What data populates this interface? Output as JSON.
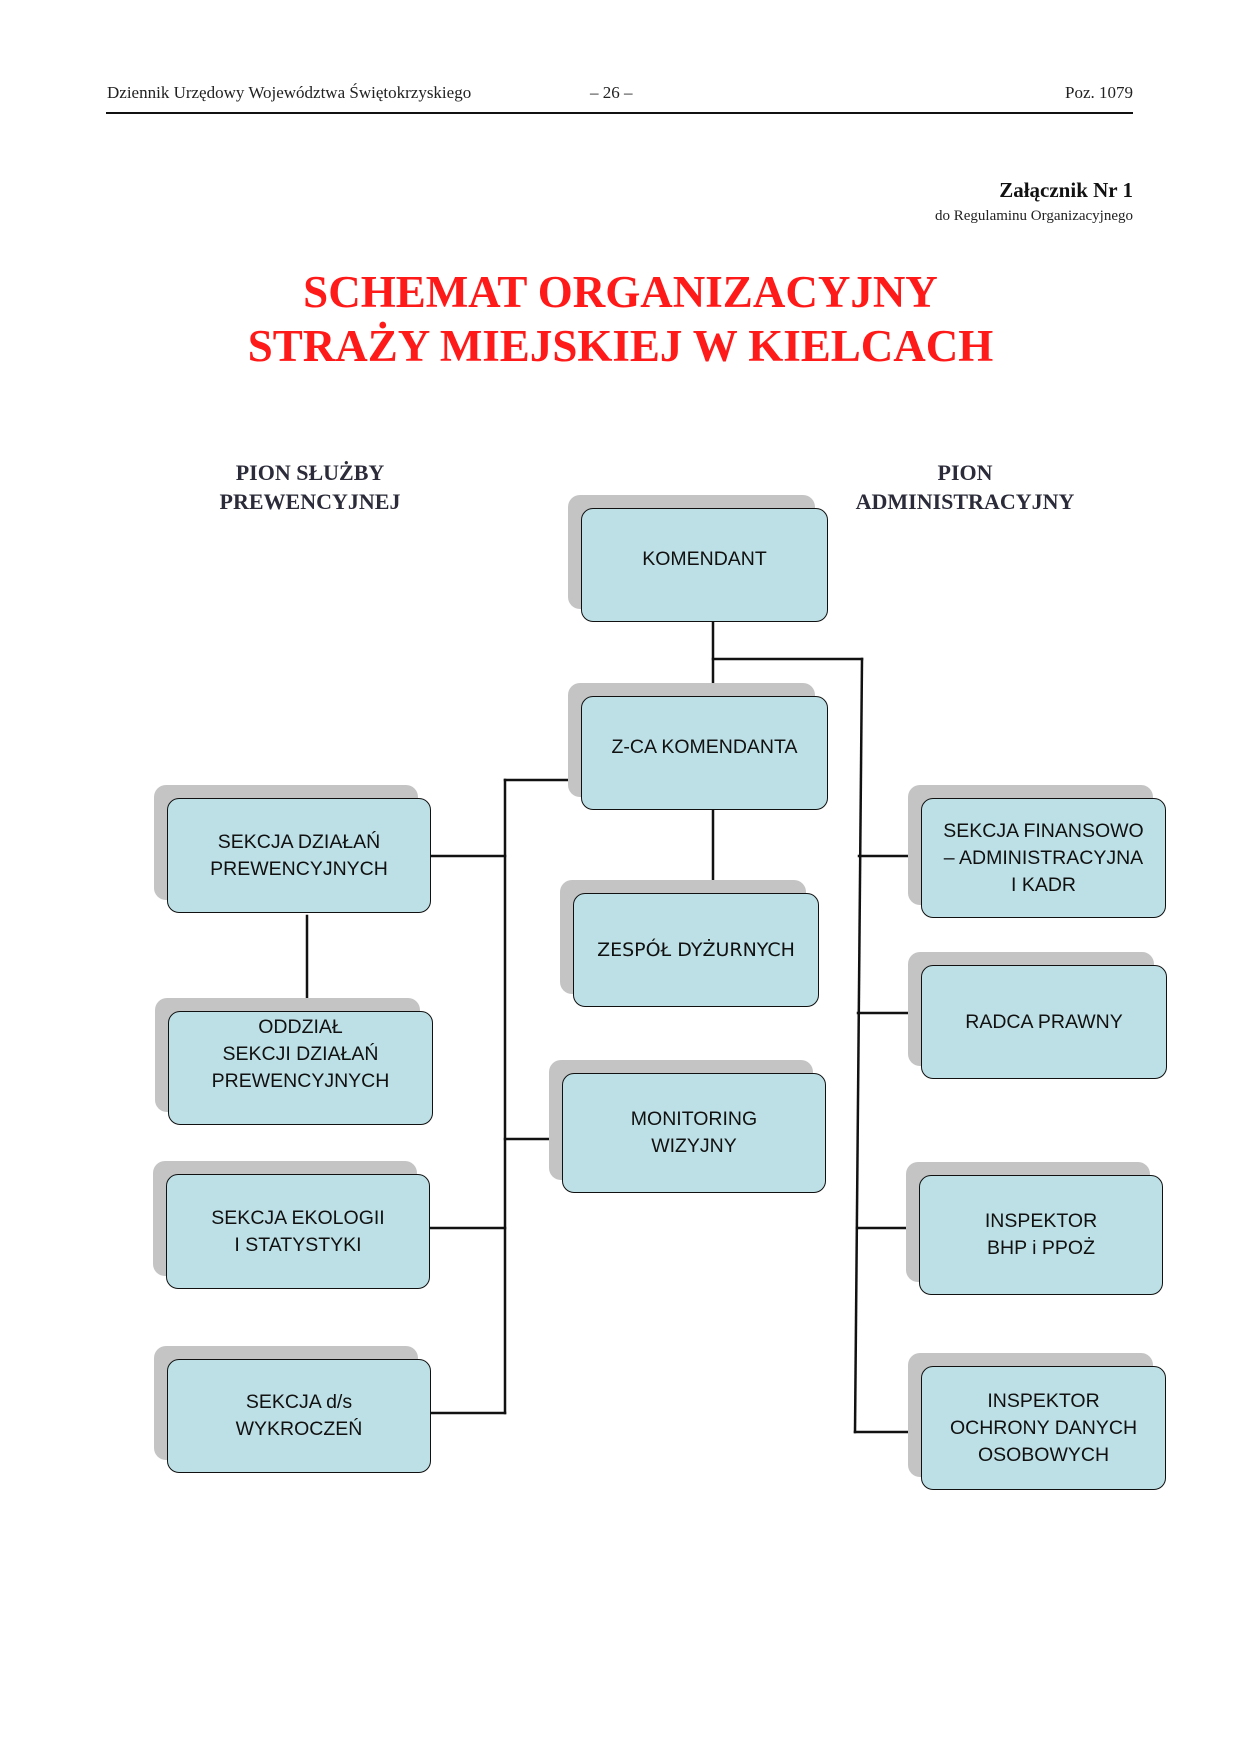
{
  "header": {
    "left": "Dziennik Urzędowy Województwa Świętokrzyskiego",
    "center": "– 26 –",
    "right": "Poz. 1079"
  },
  "annex": {
    "title": "Załącznik Nr 1",
    "subtitle": "do Regulaminu Organizacyjnego"
  },
  "title": {
    "line1": "SCHEMAT ORGANIZACYJNY",
    "line2": "STRAŻY MIEJSKIEJ W KIELCACH"
  },
  "pions": {
    "left": "PION SŁUŻBY\nPREWENCYJNEJ",
    "right": "PION\nADMINISTRACYJNY"
  },
  "colors": {
    "title": "#ff1a1a",
    "box_fill": "#bde0e6",
    "box_shadow": "#c4c4c4",
    "box_border": "#111111"
  },
  "nodes": {
    "komendant": "KOMENDANT",
    "zca": "Z-CA KOMENDANTA",
    "zespol": "ZESPÓŁ DYŻURNYCH",
    "monitoring": "MONITORING\nWIZYJNY",
    "sek_dzialan": "SEKCJA DZIAŁAŃ\nPREWENCYJNYCH",
    "oddzial": "ODDZIAŁ\nSEKCJI DZIAŁAŃ\nPREWENCYJNYCH",
    "sek_ekologii": "SEKCJA EKOLOGII\nI STATYSTYKI",
    "sek_wykroczen": "SEKCJA d/s\nWYKROCZEŃ",
    "sek_finansowo": "SEKCJA FINANSOWO\n– ADMINISTRACYJNA\nI KADR",
    "radca": "RADCA PRAWNY",
    "inspektor_bhp": "INSPEKTOR\nBHP i PPOŻ",
    "inspektor_odo": "INSPEKTOR\nOCHRONY DANYCH\nOSOBOWYCH"
  }
}
